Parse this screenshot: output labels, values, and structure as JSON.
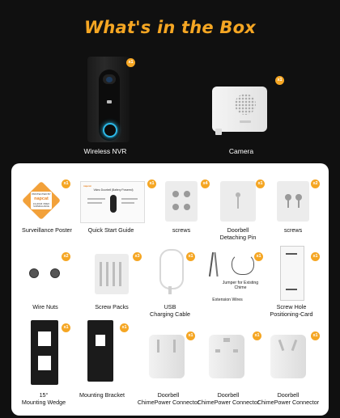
{
  "title": "What's in the Box",
  "hero": [
    {
      "label": "Wireless NVR",
      "qty": "x1"
    },
    {
      "label": "Camera",
      "qty": "x1"
    }
  ],
  "items": [
    {
      "label": "Surveillance Poster",
      "qty": "x1"
    },
    {
      "label": "Quick Start Guide",
      "qty": "x1"
    },
    {
      "label": "screws",
      "qty": "x4"
    },
    {
      "label": "Doorbell\nDetaching Pin",
      "qty": "x1"
    },
    {
      "label": "screws",
      "qty": "x2"
    },
    {
      "label": "Wire Nuts",
      "qty": "x2"
    },
    {
      "label": "Screw Packs",
      "qty": "x3"
    },
    {
      "label": "USB\nCharging Cable",
      "qty": "x1"
    },
    {
      "label": "Extension Wires",
      "qty": "x1"
    },
    {
      "label": "Screw Hole\nPositioning-Card",
      "qty": "x1"
    },
    {
      "label": "15°\nMounting Wedge",
      "qty": "x1"
    },
    {
      "label": "Mounting Bracket",
      "qty": "x1"
    },
    {
      "label": "Doorbell\nChimePower Connector",
      "qty": "x1"
    },
    {
      "label": "Doorbell\nChimePower Connector",
      "qty": "x1"
    },
    {
      "label": "Doorbell\nChimePower Connector",
      "qty": "x1"
    }
  ],
  "jumper_note": "Jumper for Existing\nChime",
  "poster_text": "PROTECTED BY",
  "poster_brand": "napcat",
  "poster_sub": "24-HOUR VIDEO\nSURVEILLANCE",
  "device_brand": "napcat",
  "guide_title": "Video Doorbell (Battery Powered)",
  "colors": {
    "accent": "#f5a623",
    "background": "#101010",
    "panel": "#ffffff"
  }
}
